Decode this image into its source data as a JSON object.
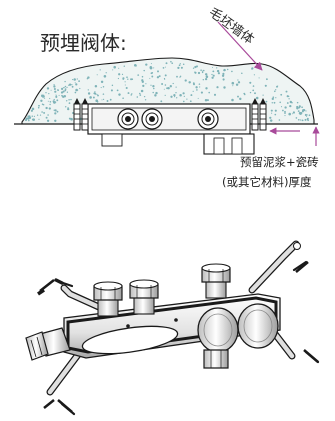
{
  "title": "预埋阀体:",
  "labels": {
    "wall": "毛坯墙体",
    "thickness_line1": "预留泥浆+瓷砖",
    "thickness_line2": "(或其它材料)厚度"
  },
  "colors": {
    "speckle": "#7fb3b8",
    "wall_fill": "#eef4f3",
    "accent_arrow": "#a84a9a",
    "line": "#1a1a1a",
    "metal_light": "#f2f2f2",
    "metal_mid": "#cfcfcf",
    "metal_dark": "#7a7a7a"
  }
}
